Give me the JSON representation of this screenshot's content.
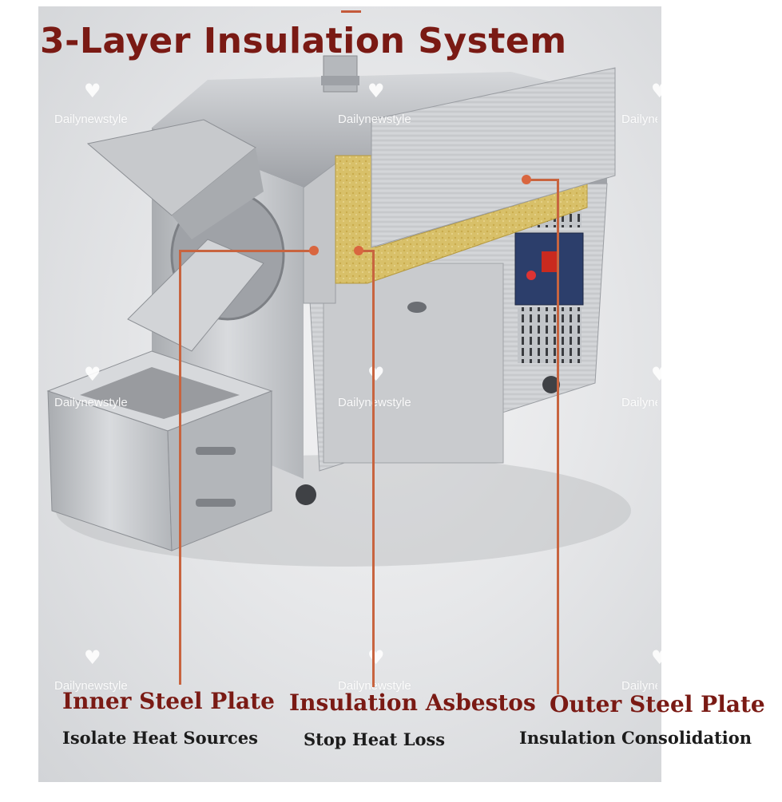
{
  "title": "3-Layer Insulation System",
  "watermark": "Dailynewstyle",
  "labels": [
    {
      "title": "Inner Steel Plate",
      "subtitle": "Isolate Heat Sources"
    },
    {
      "title": "Insulation Asbestos",
      "subtitle": "Stop Heat Loss"
    },
    {
      "title": "Outer Steel Plate",
      "subtitle": "Insulation Consolidation"
    }
  ],
  "colors": {
    "title": "#7a1a14",
    "leader": "#c8643f",
    "steel": "#b9bcc0",
    "insulation": "#d8c069"
  }
}
